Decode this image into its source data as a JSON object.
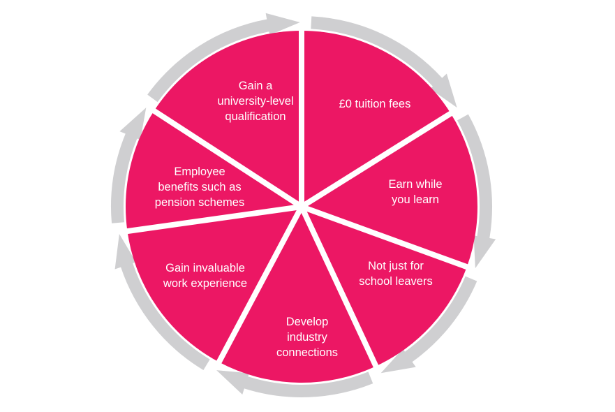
{
  "colors": {
    "segment": "#ec1764",
    "ring": "#cfcfd1",
    "divider": "#ffffff",
    "label": "#ffffff"
  },
  "segments": [
    {
      "lines": [
        "Gain a",
        "university-level",
        "qualification"
      ]
    },
    {
      "lines": [
        "£0 tuition fees"
      ]
    },
    {
      "lines": [
        "Earn while",
        "you learn"
      ]
    },
    {
      "lines": [
        "Not just for",
        "school leavers"
      ]
    },
    {
      "lines": [
        "Develop",
        "industry",
        "connections"
      ]
    },
    {
      "lines": [
        "Gain invaluable",
        "work experience"
      ]
    },
    {
      "lines": [
        "Employee",
        "benefits such as",
        "pension schemes"
      ]
    }
  ]
}
